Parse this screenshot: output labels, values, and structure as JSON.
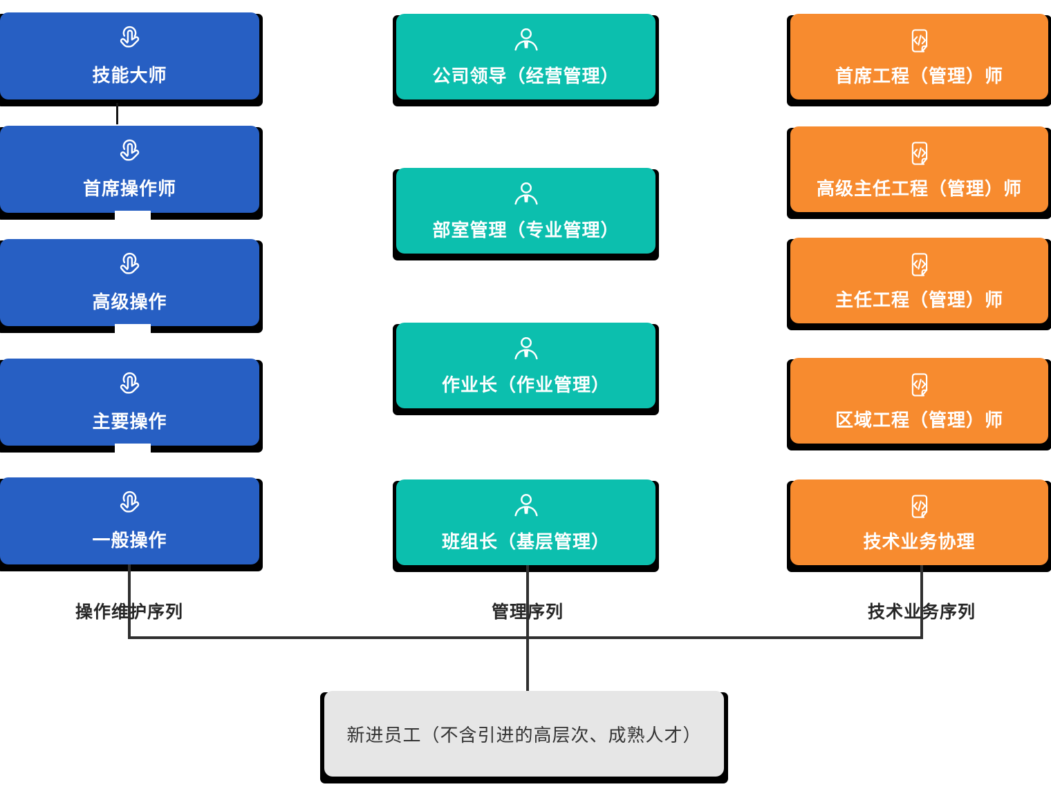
{
  "colors": {
    "operation_blue": "#275fc3",
    "management_teal": "#0cbfae",
    "technical_orange": "#f78b2f",
    "entry_gray": "#e6e6e6",
    "connector_line": "#2f2f2f",
    "box_text": "#ffffff",
    "dark_text": "#333333",
    "shadow": "#000000"
  },
  "columns": [
    {
      "name": "operation-maintenance",
      "sequence_label": "操作维护序列",
      "icon": "tap-gesture-icon",
      "color": "#275fc3",
      "boxes": [
        {
          "label": "技能大师"
        },
        {
          "label": "首席操作师"
        },
        {
          "label": "高级操作"
        },
        {
          "label": "主要操作"
        },
        {
          "label": "一般操作"
        }
      ]
    },
    {
      "name": "management",
      "sequence_label": "管理序列",
      "icon": "person-icon",
      "color": "#0cbfae",
      "boxes": [
        {
          "label": "公司领导（经营管理）"
        },
        {
          "label": "部室管理（专业管理）"
        },
        {
          "label": "作业长（作业管理）"
        },
        {
          "label": "班组长（基层管理）"
        }
      ]
    },
    {
      "name": "technical-business",
      "sequence_label": "技术业务序列",
      "icon": "code-document-icon",
      "color": "#f78b2f",
      "boxes": [
        {
          "label": "首席工程（管理）师"
        },
        {
          "label": "高级主任工程（管理）师"
        },
        {
          "label": "主任工程（管理）师"
        },
        {
          "label": "区域工程（管理）师"
        },
        {
          "label": "技术业务协理"
        }
      ]
    }
  ],
  "entry_box": {
    "label": "新进员工（不含引进的高层次、成熟人才）"
  }
}
